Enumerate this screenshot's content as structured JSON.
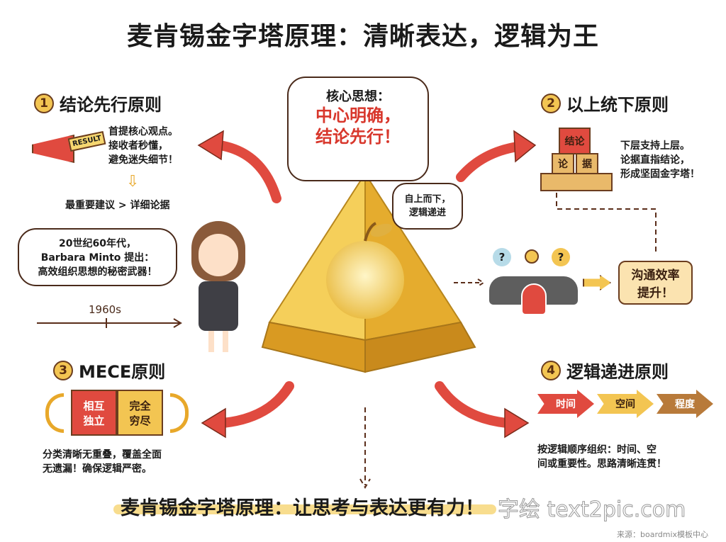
{
  "title": "麦肯锡金字塔原理：清晰表达，逻辑为王",
  "center": {
    "bubble_label": "核心思想：",
    "bubble_main": "中心明确，\n结论先行！",
    "top_down": "自上而下，\n逻辑递进"
  },
  "principles": [
    {
      "num": "1",
      "title": "结论先行原则",
      "badge": "RESULT",
      "text": "首提核心观点。\n接收者秒懂，\n避免迷失细节！",
      "footer": "最重要建议 > 详细论据"
    },
    {
      "num": "2",
      "title": "以上统下原则",
      "blocks": [
        "结论",
        "论",
        "据"
      ],
      "text": "下层支持上层。\n论据直指结论，\n形成坚固金字塔！"
    },
    {
      "num": "3",
      "title": "MECE原则",
      "pieces": [
        "相互\n独立",
        "完全\n穷尽"
      ],
      "text": "分类清晰无重叠，覆盖全面\n无遗漏！确保逻辑严密。"
    },
    {
      "num": "4",
      "title": "逻辑递进原则",
      "steps": [
        "时间",
        "空间",
        "程度"
      ],
      "text": "按逻辑顺序组织：时间、空\n间或重要性。思路清晰连贯！"
    }
  ],
  "history": {
    "bubble": "20世纪60年代，\nBarbara Minto 提出：\n高效组织思想的秘密武器！",
    "year": "1960s"
  },
  "outcome": "沟通效率\n提升！",
  "bottom": "麦肯锡金字塔原理：让思考与表达更有力！",
  "watermark": "字绘 text2pic.com",
  "source": "来源：boardmix模板中心",
  "colors": {
    "red": "#e04a3f",
    "gold": "#f3c552",
    "brown": "#4a2a1a"
  }
}
